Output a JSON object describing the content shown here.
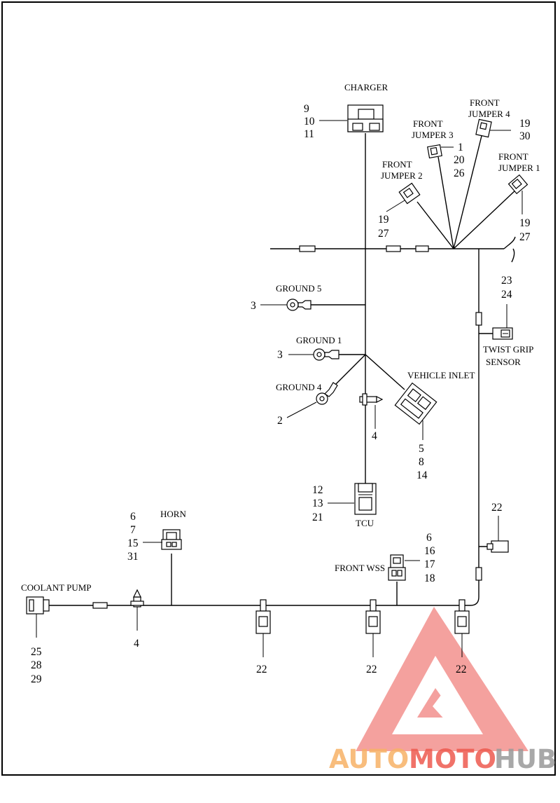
{
  "callouts": {
    "charger": {
      "name": "CHARGER",
      "nums": [
        "9",
        "10",
        "11"
      ]
    },
    "front_jumper_3": {
      "name": [
        "FRONT",
        "JUMPER 3"
      ],
      "nums": [
        "1",
        "20",
        "26"
      ]
    },
    "front_jumper_4": {
      "name": [
        "FRONT",
        "JUMPER 4"
      ],
      "nums": [
        "19",
        "30"
      ]
    },
    "front_jumper_2": {
      "name": [
        "FRONT",
        "JUMPER 2"
      ],
      "nums": [
        "19",
        "27"
      ]
    },
    "front_jumper_1": {
      "name": [
        "FRONT",
        "JUMPER 1"
      ],
      "nums": [
        "19",
        "27"
      ]
    },
    "ground_5": {
      "name": "GROUND 5",
      "num": "3"
    },
    "ground_1": {
      "name": "GROUND 1",
      "num": "3"
    },
    "ground_4": {
      "name": "GROUND 4",
      "num": "2"
    },
    "twist_grip_sensor": {
      "name": [
        "TWIST GRIP",
        "SENSOR"
      ],
      "nums": [
        "23",
        "24"
      ]
    },
    "vehicle_inlet": {
      "name": "VEHICLE INLET",
      "nums": [
        "5",
        "8",
        "14"
      ]
    },
    "clip_4_upper": {
      "num": "4"
    },
    "tcu": {
      "name": "TCU",
      "nums": [
        "12",
        "13",
        "21"
      ]
    },
    "horn": {
      "name": "HORN",
      "nums": [
        "6",
        "7",
        "15",
        "31"
      ]
    },
    "front_wss": {
      "name": "FRONT WSS",
      "nums": [
        "6",
        "16",
        "17",
        "18"
      ]
    },
    "coolant_pump": {
      "name": "COOLANT PUMP",
      "nums": [
        "25",
        "28",
        "29"
      ]
    },
    "clip_4_lower": {
      "num": "4"
    },
    "clips_22": [
      "22",
      "22",
      "22",
      "22"
    ]
  },
  "watermark": {
    "text_a": "AUTO",
    "text_b": "MOTO",
    "text_c": "HUB",
    "color_a": "#f7b267",
    "color_b": "#ee5a4f",
    "color_c": "#9a9a9a",
    "logo_color": "#e8302a"
  }
}
